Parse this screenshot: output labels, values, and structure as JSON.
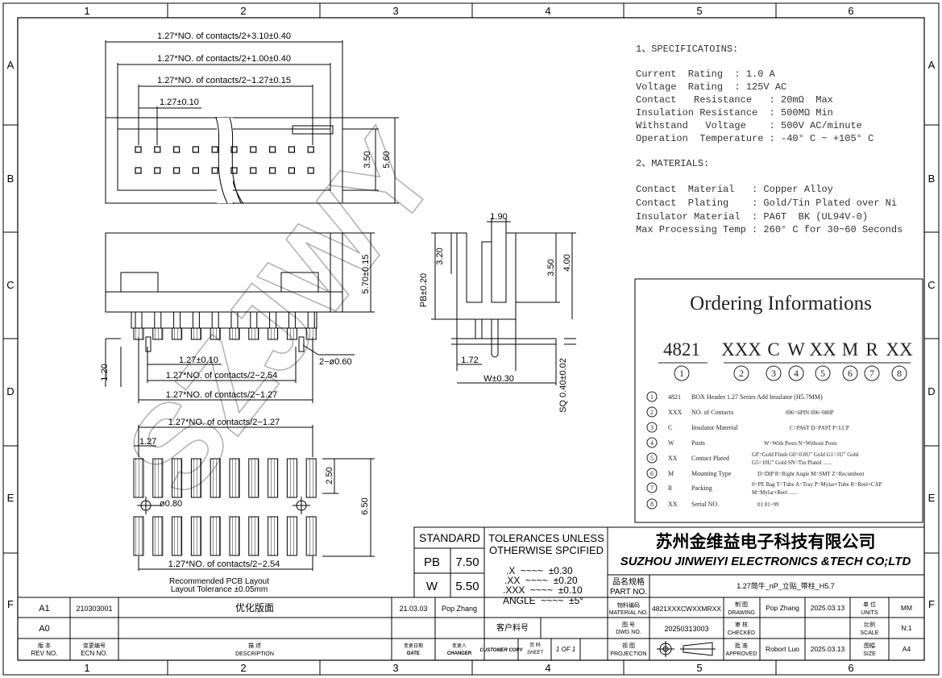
{
  "grid": {
    "columns": [
      "1",
      "2",
      "3",
      "4",
      "5",
      "6"
    ],
    "rows": [
      "A",
      "B",
      "C",
      "D",
      "E",
      "F"
    ]
  },
  "dims": {
    "top_width1": "1.27*NO. of contacts/2+3.10±0.40",
    "top_width2": "1.27*NO. of contacts/2+1.00±0.40",
    "top_width3": "1.27*NO. of contacts/2−1.27±0.15",
    "pitch_top": "1.27±0.10",
    "h_350": "3.50",
    "h_560": "5.60",
    "front_570": "5.70±0.15",
    "front_120": "1.20",
    "front_pitch": "1.27±0.10",
    "pin_dia": "2−ø0.60",
    "front_w1": "1.27*NO. of contacts/2−2.54",
    "front_w2": "1.27*NO. of contacts/2−1.27",
    "side_190": "1.90",
    "side_320": "3.20",
    "side_350": "3.50",
    "side_400": "4.00",
    "side_pb": "PB±0.20",
    "side_172": "1.72",
    "side_w": "W±0.30",
    "side_sq": "SQ 0.40±0.02",
    "pcb_w1": "1.27*NO. of contacts/2−1.27",
    "pcb_127": "1.27",
    "pcb_250": "2.50",
    "pcb_650": "6.50",
    "pcb_hole": "ø0.80",
    "pcb_w2": "1.27*NO. of contacts/2−2.54",
    "pcb_note1": "Recommended PCB Layout",
    "pcb_note2": "Layout Tolerance ±0.05mm"
  },
  "specs": {
    "title": "1、SPECIFICATOINS:",
    "lines": [
      "Current  Rating  : 1.0 A",
      "Voltage  Rating  : 125V AC",
      "Contact   Resistance   : 20mΩ  Max",
      "Insulation Resistance  : 500MΩ Min",
      "Withstand   Voltage    : 500V AC/minute",
      "Operation  Temperature : -40° C ~ +105° C"
    ],
    "materials_title": "2、MATERIALS:",
    "materials": [
      "Contact  Material   : Copper Alloy",
      "Contact  Plating    : Gold/Tin Plated over Ni",
      "Insulator Material  : PA6T  BK (UL94V-0)",
      "Max Processing Temp : 260° C for 30~60 Seconds"
    ]
  },
  "ordering": {
    "title": "Ordering Informations",
    "codes": [
      "4821",
      "XXX",
      "C",
      "W",
      "XX",
      "M",
      "R",
      "XX"
    ],
    "nums": [
      "1",
      "2",
      "3",
      "4",
      "5",
      "6",
      "7",
      "8"
    ],
    "rows": [
      {
        "n": "1",
        "code": "4821",
        "name": "BOX  Header 1.27  Series  Add Insulator (H5.7MM)",
        "opt1": "",
        "opt2": ""
      },
      {
        "n": "2",
        "code": "XXX",
        "name": "NO. of Contacts",
        "opt1": "006=6PIN  006~080P",
        "opt2": ""
      },
      {
        "n": "3",
        "code": "C",
        "name": "Insulator Material",
        "opt1": "C=PA6T  D=PA9T  P=LCP",
        "opt2": ""
      },
      {
        "n": "4",
        "code": "W",
        "name": "Posts",
        "opt1": "W=With Posts  N=Without Posts",
        "opt2": ""
      },
      {
        "n": "5",
        "code": "XX",
        "name": "Contact Plated",
        "opt1": "GF=Gold Flush  G0=0.8U\" Gold  G1=1U\" Gold",
        "opt2": "G5=10U\" Gold    SN=Tin Plated  ......"
      },
      {
        "n": "6",
        "code": "M",
        "name": "Mounting Type",
        "opt1": "D=DIP   R=Right Angle  M=SMT  Z=Recumbent",
        "opt2": ""
      },
      {
        "n": "7",
        "code": "R",
        "name": "Packing",
        "opt1": "0=PE Bag  T=Tube  A=Tray  P=Mylar+Tube  R=Reel+CAP",
        "opt2": "M=Mylar+Reel  ......"
      },
      {
        "n": "8",
        "code": "XX",
        "name": "Serial NO.",
        "opt1": "01   01~99",
        "opt2": ""
      }
    ]
  },
  "standard": {
    "label": "STANDARD",
    "pb_label": "PB",
    "pb_value": "7.50",
    "w_label": "W",
    "w_value": "5.50"
  },
  "tolerances": {
    "title1": "TOLERANCES UNLESS",
    "title2": "OTHERWISE SPCIFIED",
    "lines": [
      ".X  ~~~~  ±0.30",
      ".XX  ~~~~  ±0.20",
      ".XXX  ~~~~  ±0.10",
      "ANGLE  ~~~~  ±5°"
    ]
  },
  "company": {
    "cn": "苏州金维益电子科技有限公司",
    "en": "SUZHOU JINWEIYI ELECTRONICS &TECH CO;LTD",
    "watermark": "SZJWY"
  },
  "titleblock": {
    "part_label_cn": "品名规格",
    "part_label_en": "PART NO.",
    "part_value": "1.27简牛_nP_立贴_带柱_H5.7",
    "material_cn": "物料编码",
    "material_en": "MATERIAL NO.",
    "material_value": "4821XXXCWXXMRXX",
    "drawing_cn": "制 图",
    "drawing_en": "DRAWING",
    "drawing_name": "Pop Zhang",
    "drawing_date": "2025.03.13",
    "units_cn": "单 位",
    "units_en": "UNITS",
    "units_value": "MM",
    "customer_cn": "客户料号",
    "dwg_cn": "图 号",
    "dwg_en": "DWG NO.",
    "dwg_value": "20250313003",
    "checked_cn": "审 核",
    "checked_en": "CHECKED",
    "scale_cn": "比例",
    "scale_en": "SCALE",
    "scale_value": "N:1",
    "customer_copy": "CUSTOMER COPY",
    "sheet_cn": "页 码",
    "sheet_en": "SHEET",
    "sheet_value": "1 OF 1",
    "proj_cn": "视 图",
    "proj_en": "PROJECTION",
    "approved_cn": "批 准",
    "approved_en": "APPROVED",
    "approved_name": "Robort Luo",
    "approved_date": "2025.03.13",
    "size_cn": "图幅",
    "size_en": "SIZE",
    "size_value": "A4"
  },
  "revisions": {
    "rows": [
      {
        "rev": "A1",
        "ecn": "210303001",
        "desc": "优化版面",
        "date": "21.03.03",
        "changer": "Pop  Zhang"
      },
      {
        "rev": "A0",
        "ecn": "",
        "desc": "",
        "date": "",
        "changer": ""
      }
    ],
    "headers": {
      "rev_cn": "版  本",
      "rev_en": "REV NO.",
      "ecn_cn": "变更编号",
      "ecn_en": "ECN  NO.",
      "desc_cn": "描  述",
      "desc_en": "DESCRIPTION",
      "date_cn": "变更日期",
      "date_en": "DATE",
      "changer_cn": "变更人",
      "changer_en": "CHANGER"
    }
  }
}
